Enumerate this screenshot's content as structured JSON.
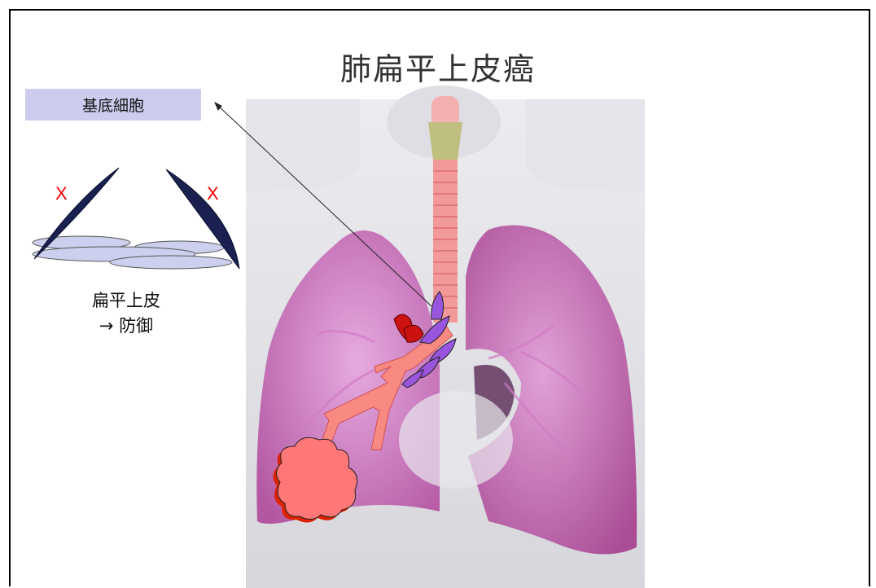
{
  "title": "肺扁平上皮癌",
  "label_box": "基底細胞",
  "caption_line1": "扁平上皮",
  "caption_line2": "→ 防御",
  "cross_mark": "X",
  "colors": {
    "label_bg": "#ccccee",
    "cross": "#ff0000",
    "tumor": "#ff7777",
    "tumor_edge": "#dd2200",
    "basal_cell": "#9955dd",
    "lung": "#c060b8",
    "trachea": "#f29a9a"
  }
}
